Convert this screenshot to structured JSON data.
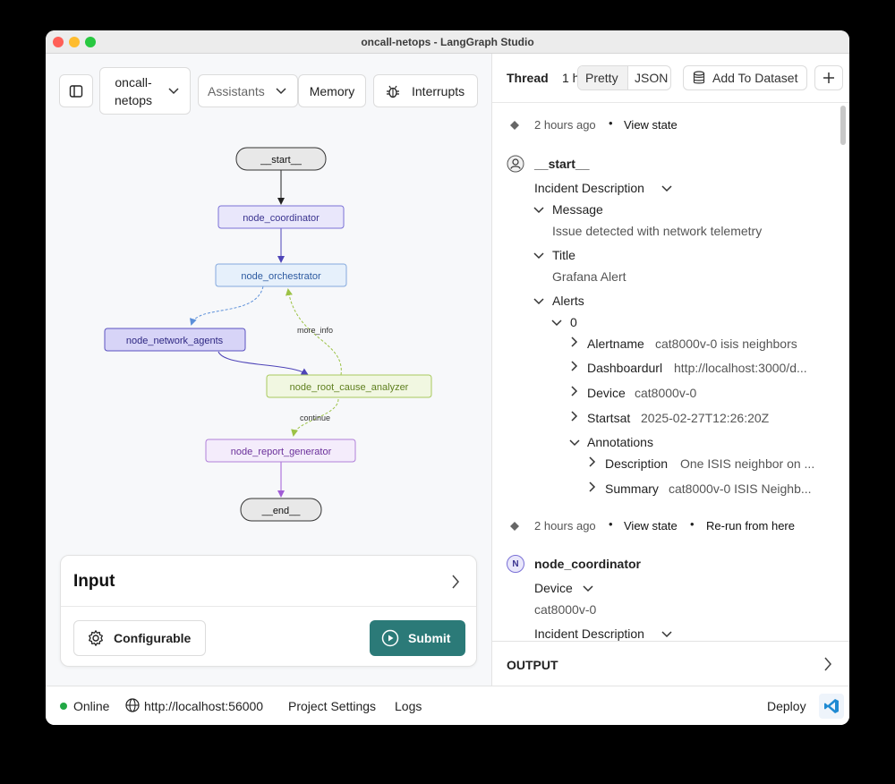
{
  "window": {
    "title": "oncall-netops - LangGraph Studio"
  },
  "toolbar": {
    "project_line1": "oncall-",
    "project_line2": "netops",
    "assistants": "Assistants",
    "memory": "Memory",
    "interrupts": "Interrupts"
  },
  "graph": {
    "nodes": {
      "start": "__start__",
      "coordinator": "node_coordinator",
      "orchestrator": "node_orchestrator",
      "network_agents": "node_network_agents",
      "root_cause": "node_root_cause_analyzer",
      "report": "node_report_generator",
      "end": "__end__"
    },
    "edge_labels": {
      "more_info": "more_info",
      "continue": "continue"
    }
  },
  "input_card": {
    "title": "Input",
    "configurable": "Configurable",
    "submit": "Submit"
  },
  "thread": {
    "label": "Thread",
    "truncated_time": "1 h",
    "pretty": "Pretty",
    "json": "JSON",
    "add_to_dataset": "Add To Dataset",
    "run1": {
      "time": "2 hours ago",
      "view_state": "View state"
    },
    "start_node": "__start__",
    "incident_description": "Incident Description",
    "message_key": "Message",
    "message_val": "Issue detected with network telemetry",
    "title_key": "Title",
    "title_val": "Grafana Alert",
    "alerts_key": "Alerts",
    "alert_index": "0",
    "alertname_key": "Alertname",
    "alertname_val": "cat8000v-0 isis neighbors",
    "dashboardurl_key": "Dashboardurl",
    "dashboardurl_val": "http://localhost:3000/d...",
    "device_key": "Device",
    "device_val": "cat8000v-0",
    "startsat_key": "Startsat",
    "startsat_val": "2025-02-27T12:26:20Z",
    "annotations_key": "Annotations",
    "description_key": "Description",
    "description_val": "One ISIS neighbor on ...",
    "summary_key": "Summary",
    "summary_val": "cat8000v-0 ISIS Neighb...",
    "run2": {
      "time": "2 hours ago",
      "view_state": "View state",
      "rerun": "Re-run from here"
    },
    "coord_badge": "N",
    "coord_node": "node_coordinator",
    "coord_device_key": "Device",
    "coord_device_val": "cat8000v-0",
    "coord_incident": "Incident Description",
    "output": "OUTPUT"
  },
  "status": {
    "online": "Online",
    "url": "http://localhost:56000",
    "project_settings": "Project Settings",
    "logs": "Logs",
    "deploy": "Deploy"
  },
  "colors": {
    "submit": "#2b7a78",
    "online": "#22a845",
    "node_coordinator": "#e9e7fb",
    "node_orchestrator": "#e6f0fb",
    "node_network_agents": "#d7d4f7",
    "node_root_cause": "#f1f7e1",
    "node_report": "#f4ecfb"
  }
}
